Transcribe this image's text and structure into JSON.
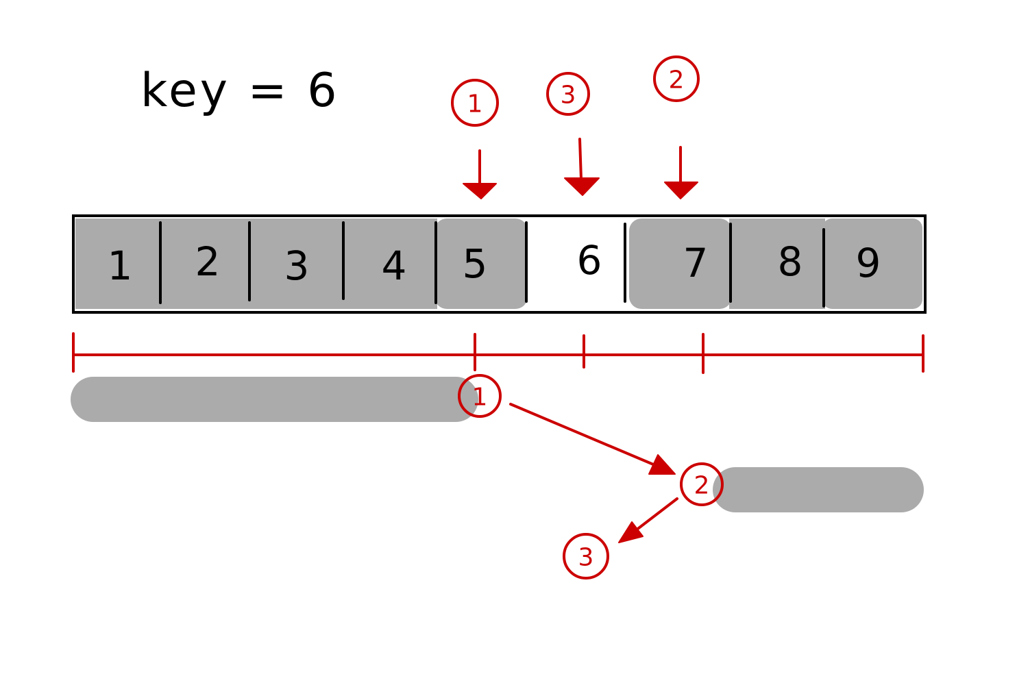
{
  "title": "key = 6",
  "array": {
    "values": [
      1,
      2,
      3,
      4,
      5,
      6,
      7,
      8,
      9
    ],
    "shaded": [
      true,
      true,
      true,
      true,
      true,
      false,
      true,
      true,
      true
    ]
  },
  "top_markers": [
    "1",
    "3",
    "2"
  ],
  "bottom_markers": [
    "1",
    "2",
    "3"
  ],
  "colors": {
    "annotation": "#cc0000",
    "shade": "#ababab",
    "ink": "#000000"
  }
}
